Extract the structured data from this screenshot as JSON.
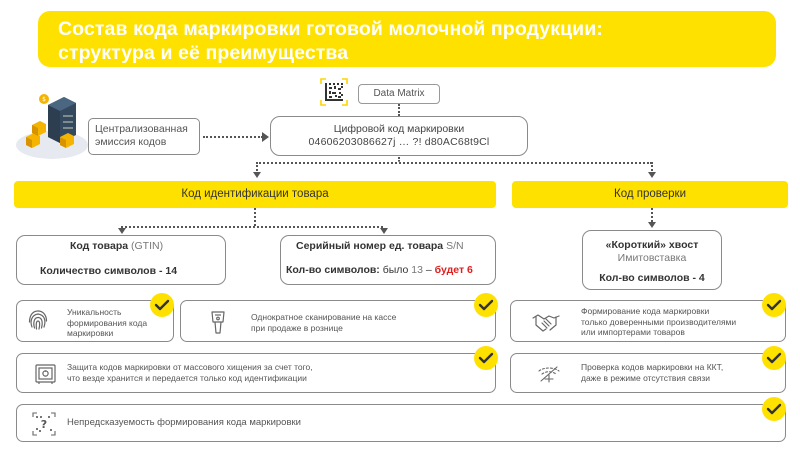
{
  "title": {
    "line1": "Состав кода маркировки готовой молочной продукции:",
    "line2": "структура и её преимущества"
  },
  "top": {
    "data_matrix_label": "Data Matrix",
    "emission_line1": "Централизованная",
    "emission_line2": "эмиссия кодов",
    "digital_code_line1": "Цифровой код маркировки",
    "digital_code_line2": "04606203086627j … ?! d80AC68t9Cl"
  },
  "sections": {
    "identification_label": "Код идентификации товара",
    "verification_label": "Код проверки"
  },
  "gtin_box": {
    "title_bold": "Код товара",
    "title_light": " (GTIN)",
    "count_label": "Количество символов - 14"
  },
  "serial_box": {
    "title_bold": "Серийный номер ед. товара",
    "title_light": " S/N",
    "count_bold": "Кол-во символов:",
    "count_was_prefix": " было ",
    "count_was_value": "13",
    "count_dash": " – ",
    "count_will_be": "будет 6"
  },
  "tail_box": {
    "title": "«Короткий» хвост",
    "subtitle": "Имитовставка",
    "count_label": "Кол-во символов - 4"
  },
  "benefits": {
    "uniqueness_line1": "Уникальность",
    "uniqueness_line2": "формирования кода",
    "uniqueness_line3": "маркировки",
    "scan_line1": "Однократное сканирование на кассе",
    "scan_line2": "при продаже в рознице",
    "trusted_line1": "Формирование кода маркировки",
    "trusted_line2": "только доверенными производителями",
    "trusted_line3": "или импортерами товаров",
    "protection_line1": "Защита кодов маркировки от массового хищения за счет того,",
    "protection_line2": "что везде хранится и передается только код идентификации",
    "kkt_line1": "Проверка кодов маркировки на ККТ,",
    "kkt_line2": "даже в режиме отсутствия связи",
    "unpredictable": "Непредсказуемость формирования кода маркировки"
  },
  "colors": {
    "accent_yellow": "#ffe100",
    "border_gray": "#8a8a8a",
    "highlight_red": "#e01e1e"
  }
}
